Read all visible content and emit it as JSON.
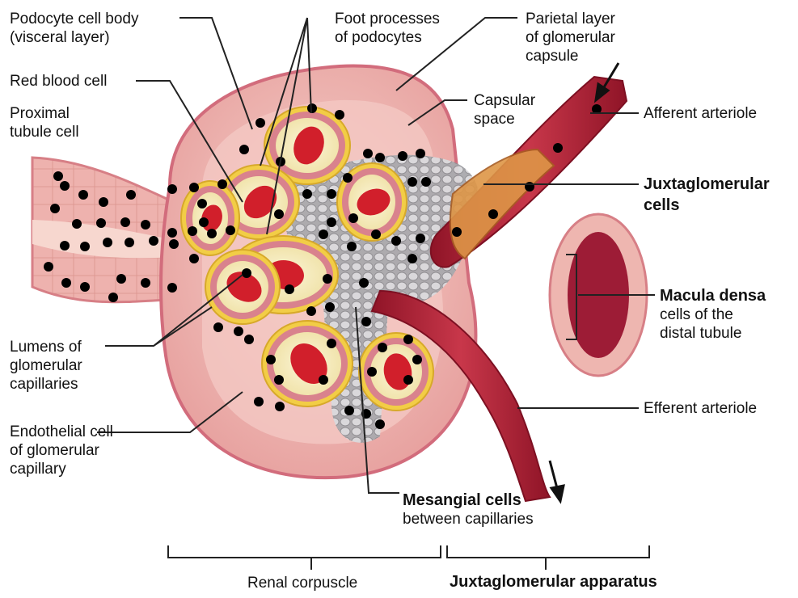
{
  "labels": {
    "podocyte_body": [
      "Podocyte cell body",
      "(visceral layer)"
    ],
    "foot_processes": [
      "Foot processes",
      "of podocytes"
    ],
    "parietal_layer": [
      "Parietal layer",
      "of glomerular",
      "capsule"
    ],
    "red_blood_cell": [
      "Red blood cell"
    ],
    "proximal_tubule": [
      "Proximal",
      "tubule cell"
    ],
    "capsular_space": [
      "Capsular",
      "space"
    ],
    "afferent_arteriole": [
      "Afferent arteriole"
    ],
    "juxtaglomerular_cells": [
      "Juxtaglomerular",
      "cells"
    ],
    "macula_densa_title": "Macula densa",
    "macula_densa_sub": [
      "cells of the",
      "distal tubule"
    ],
    "lumens": [
      "Lumens of",
      "glomerular",
      "capillaries"
    ],
    "endothelial_cell": [
      "Endothelial cell",
      "of glomerular",
      "capillary"
    ],
    "efferent_arteriole": [
      "Efferent arteriole"
    ],
    "mesangial_title": "Mesangial cells",
    "mesangial_sub": "between capillaries",
    "renal_corpuscle": "Renal corpuscle",
    "juxtaglomerular_apparatus": "Juxtaglomerular apparatus"
  },
  "colors": {
    "capsule": "#e8a3a1",
    "capsule_inner": "#f2c6c0",
    "tubule": "#eaa7a4",
    "capillary_wall": "#d9828d",
    "rbc": "#d11f2b",
    "podocyte_yellow": "#f2cd46",
    "mesangial": "#b8b8b8",
    "arteriole": "#b5263a",
    "jg_cells": "#d98c3b",
    "nucleus": "#7b3b8e",
    "dot": "#000000"
  }
}
